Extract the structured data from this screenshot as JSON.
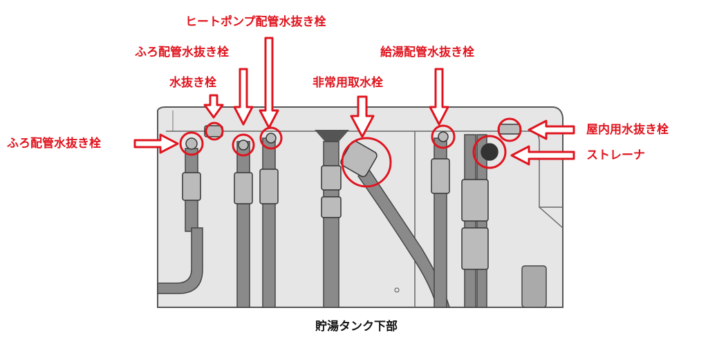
{
  "labels": {
    "heat_pump_drain": "ヒートポンプ配管水抜き栓",
    "bath_drain_top": "ふろ配管水抜き栓",
    "drain": "水抜き栓",
    "emergency_tap": "非常用取水栓",
    "hot_water_drain": "給湯配管水抜き栓",
    "bath_drain_left": "ふろ配管水抜き栓",
    "indoor_drain": "屋内用水抜き栓",
    "strainer": "ストレーナ"
  },
  "caption": "貯湯タンク下部",
  "colors": {
    "accent": "#e0141e",
    "panel": "#e4e4e4",
    "pipe": "#8a8a8a"
  }
}
